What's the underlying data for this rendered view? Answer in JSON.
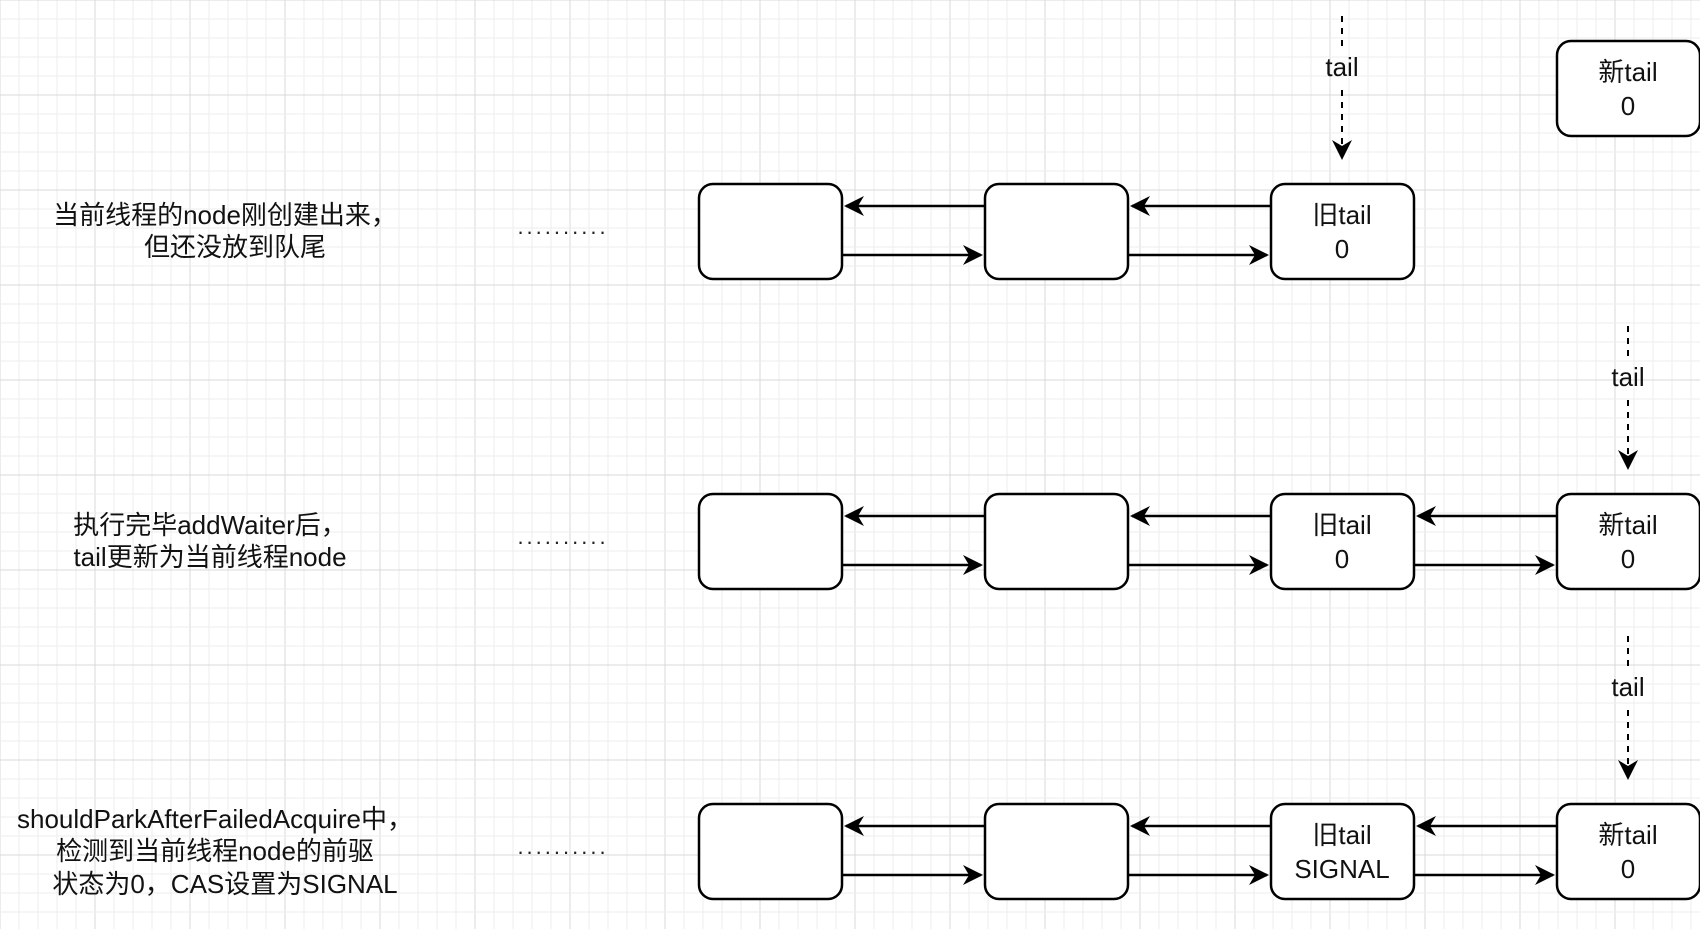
{
  "labels": {
    "row1_line1": "当前线程的node刚创建出来，",
    "row1_line2": "但还没放到队尾",
    "row2_line1": "执行完毕addWaiter后，",
    "row2_line2": "tail更新为当前线程node",
    "row3_line1": "shouldParkAfterFailedAcquire中，",
    "row3_line2": "检测到当前线程node的前驱",
    "row3_line3": "状态为0，CAS设置为SIGNAL"
  },
  "ellipsis": "..........",
  "pointer_label": "tail",
  "rows": [
    {
      "old_tail": {
        "title": "旧tail",
        "status": "0"
      },
      "new_tail": {
        "title": "新tail",
        "status": "0"
      },
      "new_tail_linked": false
    },
    {
      "old_tail": {
        "title": "旧tail",
        "status": "0"
      },
      "new_tail": {
        "title": "新tail",
        "status": "0"
      },
      "new_tail_linked": true
    },
    {
      "old_tail": {
        "title": "旧tail",
        "status": "SIGNAL"
      },
      "new_tail": {
        "title": "新tail",
        "status": "0"
      },
      "new_tail_linked": true
    }
  ],
  "colors": {
    "stroke": "#000000",
    "grid_major": "#d8d8d8",
    "grid_minor": "#eeeeee",
    "background": "#ffffff"
  }
}
